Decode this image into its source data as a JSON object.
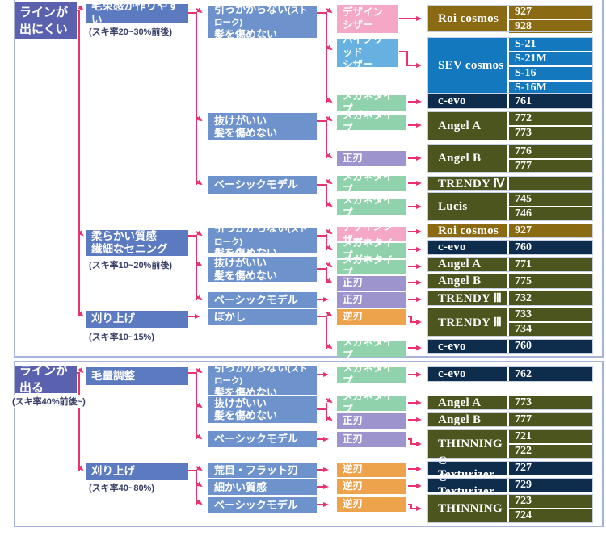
{
  "palette": {
    "accent": "#e8336e",
    "frame": "#a9b2d8",
    "root_bg": "#5a61ae",
    "l2_bg": "#5b7ac0",
    "l3_bg": "#6e92cb",
    "note": "#3a4169",
    "pink": "#f5a8c6",
    "lightblue": "#67b1e1",
    "green": "#8fd2ac",
    "purple": "#9e94cd",
    "orange": "#eda24c",
    "brown": "#8a6a12",
    "blue": "#1478be",
    "navy": "#0e2d4d",
    "olive": "#4d551f",
    "cellb": "#c7cfe2"
  },
  "roots": [
    {
      "label": "ラインが\n出にくい",
      "note": ""
    },
    {
      "label": "ラインが\n出る",
      "note": "(スキ率40%前後~)"
    }
  ],
  "l2": [
    {
      "label": "毛束感が作りやすい",
      "note": "(スキ率20~30%前後)"
    },
    {
      "label": "柔らかい質感\n繊細なセニング",
      "note": "(スキ率10~20%前後)"
    },
    {
      "label": "刈り上げ",
      "note": "(スキ率10~15%)"
    },
    {
      "label": "毛量調整",
      "note": ""
    },
    {
      "label": "刈り上げ",
      "note": "(スキ率40~80%)"
    }
  ],
  "l3": [
    {
      "line1": "引っかからない",
      "small": "(ストローク)",
      "line2": "髪を傷めない"
    },
    {
      "line1": "抜けがいい",
      "small": "",
      "line2": "髪を傷めない"
    },
    {
      "line1": "ベーシックモデル",
      "small": "",
      "line2": ""
    },
    {
      "line1": "引っかからない",
      "small": "(ストローク)",
      "line2": "髪を傷めない"
    },
    {
      "line1": "抜けがいい",
      "small": "",
      "line2": "髪を傷めない"
    },
    {
      "line1": "ベーシックモデル",
      "small": "",
      "line2": ""
    },
    {
      "line1": "ぼかし",
      "small": "",
      "line2": ""
    },
    {
      "line1": "引っかからない",
      "small": "(ストローク)",
      "line2": "髪を傷めない"
    },
    {
      "line1": "抜けがいい",
      "small": "",
      "line2": "髪を傷めない"
    },
    {
      "line1": "ベーシックモデル",
      "small": "",
      "line2": ""
    },
    {
      "line1": "荒目・フラット刃",
      "small": "",
      "line2": ""
    },
    {
      "line1": "細かい質感",
      "small": "",
      "line2": ""
    },
    {
      "line1": "ベーシックモデル",
      "small": "",
      "line2": ""
    }
  ],
  "l4": [
    {
      "label": "デザイン\nシザー",
      "color": "pink"
    },
    {
      "label": "ハイブリッド\nシザー",
      "color": "lightblue"
    },
    {
      "label": "メガネタイプ",
      "color": "green"
    },
    {
      "label": "メガネタイプ",
      "color": "green"
    },
    {
      "label": "正刃",
      "color": "purple"
    },
    {
      "label": "メガネタイプ",
      "color": "green"
    },
    {
      "label": "メガネタイプ",
      "color": "green"
    },
    {
      "label": "デザインシザー",
      "color": "pink"
    },
    {
      "label": "メガネタイプ",
      "color": "green"
    },
    {
      "label": "メガネタイプ",
      "color": "green"
    },
    {
      "label": "正刃",
      "color": "purple"
    },
    {
      "label": "正刃",
      "color": "purple"
    },
    {
      "label": "逆刃",
      "color": "orange"
    },
    {
      "label": "メガネタイプ",
      "color": "green"
    },
    {
      "label": "メガネタイプ",
      "color": "green"
    },
    {
      "label": "メガネタイプ",
      "color": "green"
    },
    {
      "label": "正刃",
      "color": "purple"
    },
    {
      "label": "正刃",
      "color": "purple"
    },
    {
      "label": "逆刃",
      "color": "orange"
    },
    {
      "label": "逆刃",
      "color": "orange"
    },
    {
      "label": "逆刃",
      "color": "orange"
    }
  ],
  "products": [
    {
      "name": "Roi cosmos",
      "color": "brown",
      "models": [
        "927",
        "928"
      ]
    },
    {
      "name": "SEV cosmos",
      "color": "blue",
      "models": [
        "S-21",
        "S-21M",
        "S-16",
        "S-16M"
      ]
    },
    {
      "name": "c-evo",
      "color": "navy",
      "models": [
        "761"
      ]
    },
    {
      "name": "Angel A",
      "color": "olive",
      "models": [
        "772",
        "773"
      ]
    },
    {
      "name": "Angel B",
      "color": "olive",
      "models": [
        "776",
        "777"
      ]
    },
    {
      "name": "TRENDY Ⅳ",
      "color": "olive",
      "models": [
        ""
      ]
    },
    {
      "name": "Lucis",
      "color": "olive",
      "models": [
        "745",
        "746"
      ]
    },
    {
      "name": "Roi cosmos",
      "color": "brown",
      "models": [
        "927"
      ]
    },
    {
      "name": "c-evo",
      "color": "navy",
      "models": [
        "760"
      ]
    },
    {
      "name": "Angel A",
      "color": "olive",
      "models": [
        "771"
      ]
    },
    {
      "name": "Angel B",
      "color": "olive",
      "models": [
        "775"
      ]
    },
    {
      "name": "TRENDY Ⅲ",
      "color": "olive",
      "models": [
        "732"
      ]
    },
    {
      "name": "TRENDY Ⅲ",
      "color": "olive",
      "models": [
        "733",
        "734"
      ]
    },
    {
      "name": "c-evo",
      "color": "navy",
      "models": [
        "760"
      ]
    },
    {
      "name": "c-evo",
      "color": "navy",
      "models": [
        "762"
      ]
    },
    {
      "name": "Angel A",
      "color": "olive",
      "models": [
        "773"
      ]
    },
    {
      "name": "Angel B",
      "color": "olive",
      "models": [
        "777"
      ]
    },
    {
      "name": "THINNING",
      "color": "olive",
      "models": [
        "721",
        "722"
      ]
    },
    {
      "name": "C-Texturizer",
      "color": "navy",
      "models": [
        "727"
      ]
    },
    {
      "name": "C-Texturizer",
      "color": "navy",
      "models": [
        "729"
      ]
    },
    {
      "name": "THINNING",
      "color": "olive",
      "models": [
        "723",
        "724"
      ]
    }
  ]
}
